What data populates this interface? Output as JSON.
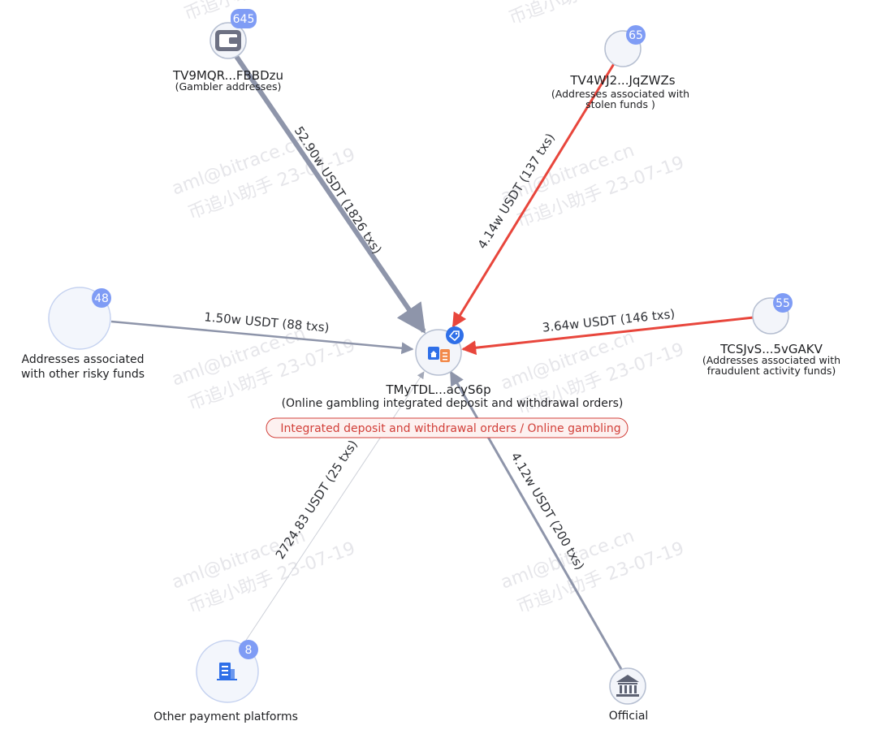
{
  "watermark": {
    "domain": "aml@bitrace.cn",
    "tool": "币追小助手 23-07-19"
  },
  "colors": {
    "normal_edge": "#8e95aa",
    "risk_edge": "#e8463c",
    "badge": "#7f9cf5",
    "node_stroke": "#b6bfd1",
    "tag_red": "#d2403a"
  },
  "center": {
    "address": "TMyTDL...acyS6p",
    "type": "(Online gambling integrated deposit and withdrawal orders)",
    "tag": "Integrated deposit and withdrawal orders / Online gambling",
    "icon": "exchange-doc-icon",
    "tag_icon": "tag-icon"
  },
  "nodes": {
    "gambler": {
      "address": "TV9MQR...FBBDzu",
      "subtitle": "(Gambler addresses)",
      "badge": "645",
      "icon": "wallet-icon"
    },
    "stolen": {
      "address": "TV4WJ2...JqZWZs",
      "subtitle_line1": "(Addresses associated with",
      "subtitle_line2": "stolen funds )",
      "badge": "65"
    },
    "fraud": {
      "address": "TCSJvS...5vGAKV",
      "subtitle_line1": "(Addresses associated with",
      "subtitle_line2": "fraudulent activity funds)",
      "badge": "55"
    },
    "risky": {
      "label_line1": "Addresses associated",
      "label_line2": "with other risky funds",
      "badge": "48"
    },
    "payment": {
      "label": "Other payment platforms",
      "badge": "8",
      "icon": "building-icon"
    },
    "official": {
      "label": "Official",
      "icon": "bank-icon"
    }
  },
  "edges": {
    "gambler": "52.90w  USDT (1826 txs)",
    "stolen": "4.14w  USDT (137 txs)",
    "fraud": "3.64w  USDT (146 txs)",
    "risky": "1.50w  USDT (88 txs)",
    "payment": "2724.83  USDT (25 txs)",
    "official": "4.12w  USDT (200 txs)"
  }
}
